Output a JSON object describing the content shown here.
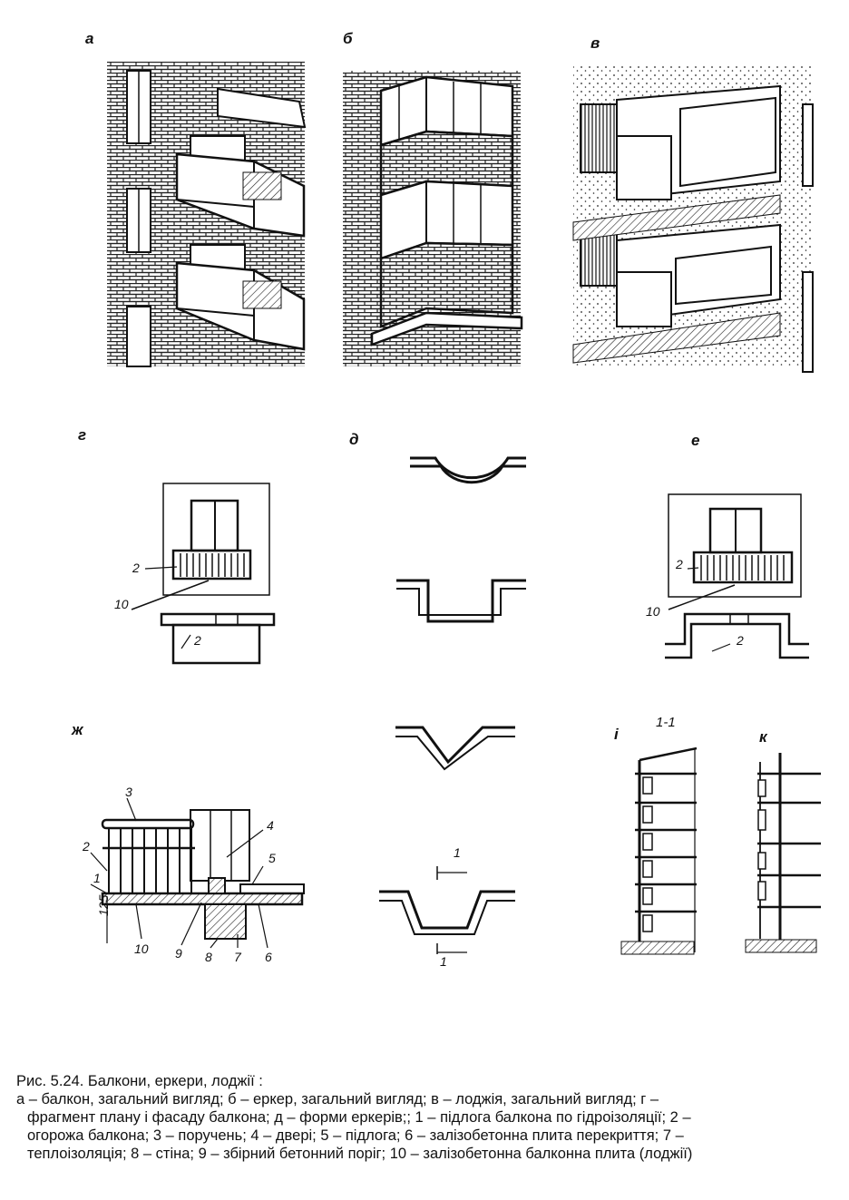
{
  "labels": {
    "a": "а",
    "b": "б",
    "v": "в",
    "g": "г",
    "d": "д",
    "e": "е",
    "zh": "ж",
    "i": "і",
    "k": "к"
  },
  "section_label": "1-1",
  "numbers": {
    "g_2": "2",
    "g_10": "10",
    "g_2b": "2",
    "e_2": "2",
    "e_10": "10",
    "e_2b": "2",
    "zh_1": "1",
    "zh_2": "2",
    "zh_3": "3",
    "zh_4": "4",
    "zh_5": "5",
    "zh_6": "6",
    "zh_7": "7",
    "zh_8": "8",
    "zh_9": "9",
    "zh_10": "10",
    "zh_125": "125",
    "d_1top": "1",
    "d_1bot": "1"
  },
  "caption": {
    "line1": "Рис. 5.24. Балкони, еркери, лоджії :",
    "line2": "а – балкон, загальний вигляд; б – еркер, загальний вигляд; в – лоджія, загальний вигляд; г –",
    "line3": "фрагмент плану і фасаду балкона; д – форми еркерів;; 1 – підлога балкона по гідроізоляції; 2 –",
    "line4": "огорожа балкона; 3 – поручень; 4 – двері; 5 – підлога; 6 – залізобетонна плита перекриття; 7 –",
    "line5": "теплоізоляція; 8 – стіна; 9 – збірний бетонний поріг; 10 – залізобетонна балконна плита (лоджії)"
  }
}
